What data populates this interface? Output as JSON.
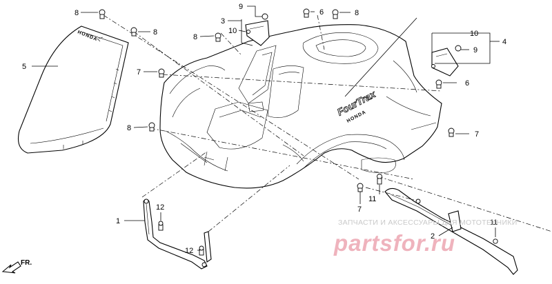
{
  "callouts": {
    "c1": "1",
    "c2": "2",
    "c3": "3",
    "c4": "4",
    "c5": "5",
    "c6a": "6",
    "c6b": "6",
    "c7a": "7",
    "c7b": "7",
    "c7c": "7",
    "c8a": "8",
    "c8b": "8",
    "c8c": "8",
    "c8d": "8",
    "c8e": "8",
    "c9a": "9",
    "c9b": "9",
    "c10a": "10",
    "c10b": "10",
    "c11a": "11",
    "c11b": "11",
    "c12a": "12",
    "c12b": "12"
  },
  "direction_label": "FR.",
  "fender_logo": "FourTrax",
  "honda_mark": "HONDA",
  "watermark": {
    "small": "ЗАПЧАСТИ И АКСЕССУАРЫ ДЛЯ МОТОТЕХНИКИ",
    "big": "partsfor.ru"
  }
}
